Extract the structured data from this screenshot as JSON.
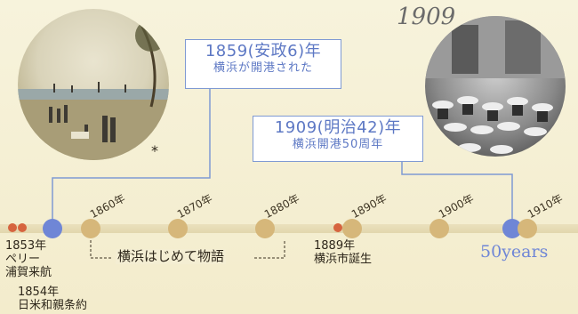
{
  "year_1909_label": "1909",
  "callout_1859": {
    "line1": "1859(安政6)年",
    "line2": "横浜が開港された"
  },
  "callout_1909": {
    "line1": "1909(明治42)年",
    "line2": "横浜開港50周年"
  },
  "asterisk": "*",
  "ticks": [
    "1860年",
    "1870年",
    "1880年",
    "1890年",
    "1900年",
    "1910年"
  ],
  "event_1853": {
    "year": "1853年",
    "line1": "ペリー",
    "line2": "浦賀来航"
  },
  "event_1854": {
    "year": "1854年",
    "line1": "日米和親条約"
  },
  "event_1889": {
    "year": "1889年",
    "line1": "横浜市誕生"
  },
  "bracket_label": "横浜はじめて物語",
  "fifty_years": "50years",
  "colors": {
    "callout_blue": "#7f9ad3",
    "dot_gold": "#d6b77a",
    "dot_blue": "#6f86d6",
    "dot_red": "#d6643f"
  }
}
